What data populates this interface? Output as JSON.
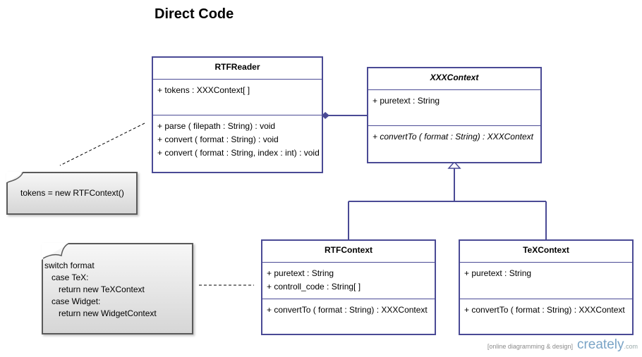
{
  "title": "Direct Code",
  "classes": {
    "rtfreader": {
      "name": "RTFReader",
      "attributes": [
        "+ tokens : XXXContext[ ]"
      ],
      "operations": [
        "+ parse ( filepath : String) : void",
        "+ convert ( format : String) : void",
        "+ convert ( format : String, index : int) : void"
      ]
    },
    "xxxcontext": {
      "name": "XXXContext",
      "abstract": true,
      "attributes": [
        "+ puretext : String"
      ],
      "operations": [
        "+ convertTo ( format : String) : XXXContext"
      ]
    },
    "rtfcontext": {
      "name": "RTFContext",
      "attributes": [
        "+ puretext : String",
        "+ controll_code : String[ ]"
      ],
      "operations": [
        "+ convertTo ( format : String) : XXXContext"
      ]
    },
    "texcontext": {
      "name": "TeXContext",
      "attributes": [
        "+ puretext : String"
      ],
      "operations": [
        "+ convertTo ( format : String) : XXXContext"
      ]
    }
  },
  "notes": {
    "tokens_note": [
      "tokens = new RTFContext()"
    ],
    "switch_note": [
      "switch format",
      "   case TeX:",
      "      return new TeXContext",
      "   case Widget:",
      "      return new WidgetContext"
    ]
  },
  "relations": [
    {
      "from": "RTFReader",
      "to": "XXXContext",
      "type": "composition"
    },
    {
      "from": "RTFContext",
      "to": "XXXContext",
      "type": "generalization"
    },
    {
      "from": "TeXContext",
      "to": "XXXContext",
      "type": "generalization"
    }
  ],
  "colors": {
    "class_border": "#4a4a95",
    "note_border": "#5a5a5a",
    "brand_blue": "#7aa4c6",
    "brand_orange": "#e0a035"
  },
  "branding": {
    "tagline": "[online diagramming & design]",
    "logo_main": "creately",
    "logo_suffix": ".com"
  }
}
